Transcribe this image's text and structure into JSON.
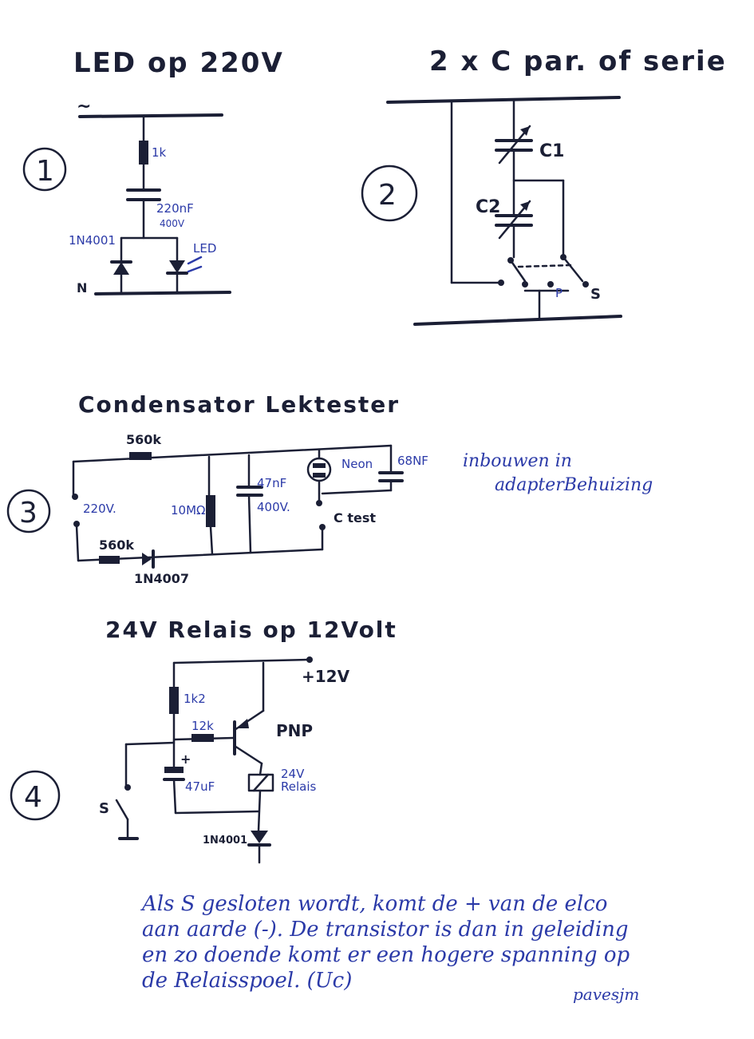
{
  "circuit1": {
    "title": "LED op 220V",
    "number": "1",
    "ac_symbol": "~",
    "neutral": "N",
    "resistor": "1k",
    "capacitor_value": "220nF",
    "capacitor_voltage": "400V",
    "diode": "1N4001",
    "led": "LED"
  },
  "circuit2": {
    "title": "2 x C par. of serie",
    "number": "2",
    "c1": "C1",
    "c2": "C2",
    "p": "P",
    "s": "S"
  },
  "circuit3": {
    "title": "Condensator Lektester",
    "number": "3",
    "r_top": "560k",
    "r_bottom": "560k",
    "supply": "220V.",
    "r_mid": "10MΩ",
    "cap_value": "47nF",
    "cap_voltage": "400V.",
    "neon": "Neon",
    "cap2": "68NF",
    "ctest": "C test",
    "diode": "1N4007",
    "note_line1": "inbouwen in",
    "note_line2": "adapterBehuizing"
  },
  "circuit4": {
    "title": "24V Relais op 12Volt",
    "number": "4",
    "supply": "+12V",
    "r1": "1k2",
    "r2": "12k",
    "transistor": "PNP",
    "elco_plus": "+",
    "elco": "47uF",
    "relay_v": "24V",
    "relay": "Relais",
    "switch": "S",
    "diode": "1N4001"
  },
  "explanation": {
    "line1": "Als S gesloten wordt, komt de + van de elco",
    "line2": "aan aarde (-). De transistor is dan in geleiding",
    "line3": "en zo doende komt er een hogere spanning op",
    "line4": "de Relaisspoel. (Uc)"
  },
  "signature": "pavesjm"
}
